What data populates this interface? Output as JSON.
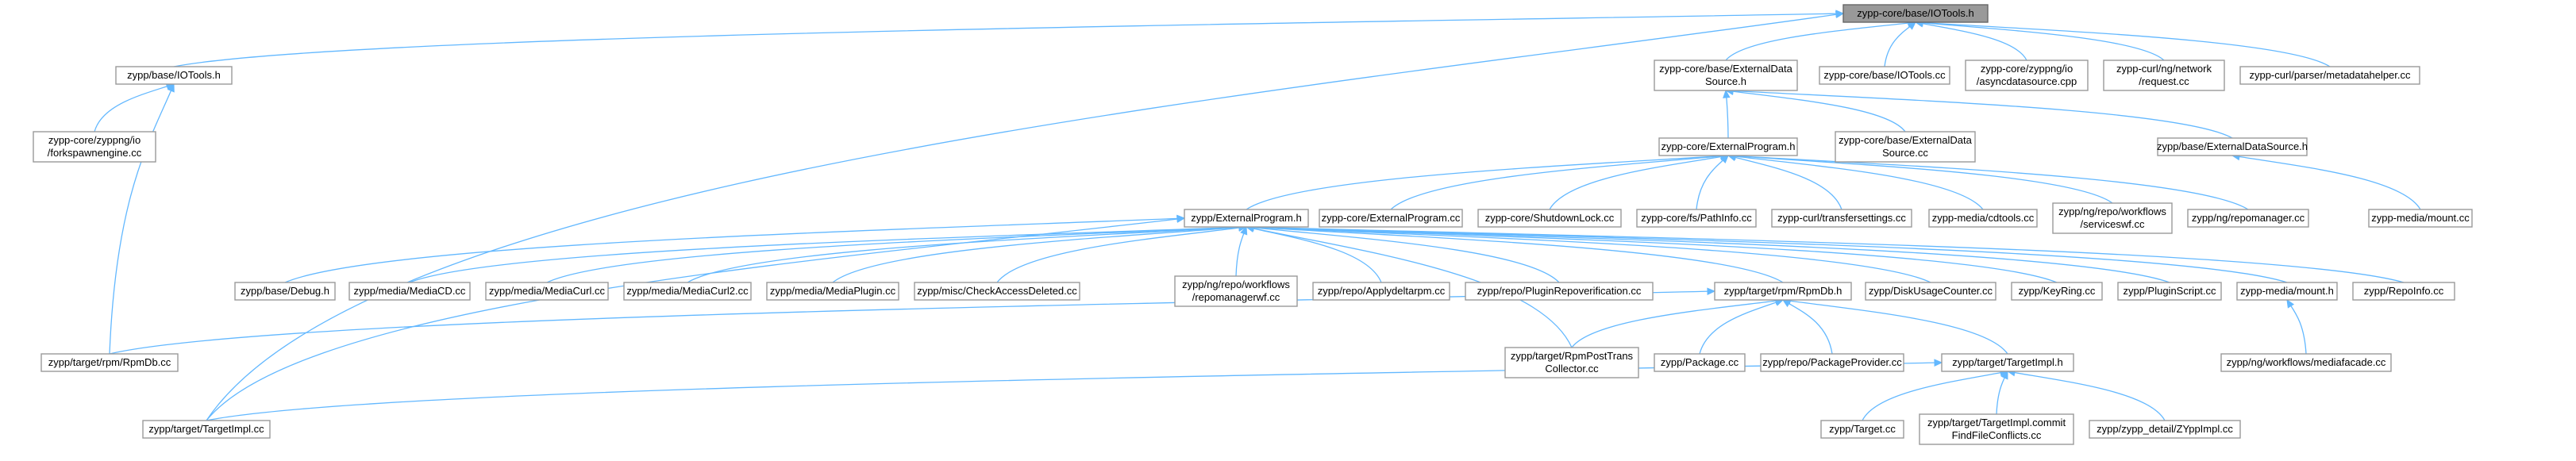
{
  "nodes": [
    {
      "id": "n0",
      "lines": [
        "zypp-core/base/IOTools.h"
      ],
      "root": true
    },
    {
      "id": "n1",
      "lines": [
        "zypp/base/IOTools.h"
      ]
    },
    {
      "id": "n2",
      "lines": [
        "zypp-core/base/ExternalData",
        "Source.h"
      ]
    },
    {
      "id": "n3",
      "lines": [
        "zypp-core/base/IOTools.cc"
      ]
    },
    {
      "id": "n4",
      "lines": [
        "zypp-core/zyppng/io",
        "/asyncdatasource.cpp"
      ]
    },
    {
      "id": "n5",
      "lines": [
        "zypp-curl/ng/network",
        "/request.cc"
      ]
    },
    {
      "id": "n6",
      "lines": [
        "zypp-curl/parser/metadatahelper.cc"
      ]
    },
    {
      "id": "n7",
      "lines": [
        "zypp-core/zyppng/io",
        "/forkspawnengine.cc"
      ]
    },
    {
      "id": "n8",
      "lines": [
        "zypp-core/ExternalProgram.h"
      ]
    },
    {
      "id": "n9",
      "lines": [
        "zypp-core/base/ExternalData",
        "Source.cc"
      ]
    },
    {
      "id": "n10",
      "lines": [
        "zypp/base/ExternalDataSource.h"
      ]
    },
    {
      "id": "n11",
      "lines": [
        "zypp/ExternalProgram.h"
      ]
    },
    {
      "id": "n12",
      "lines": [
        "zypp-core/ExternalProgram.cc"
      ]
    },
    {
      "id": "n13",
      "lines": [
        "zypp-core/ShutdownLock.cc"
      ]
    },
    {
      "id": "n14",
      "lines": [
        "zypp-core/fs/PathInfo.cc"
      ]
    },
    {
      "id": "n15",
      "lines": [
        "zypp-curl/transfersettings.cc"
      ]
    },
    {
      "id": "n16",
      "lines": [
        "zypp-media/cdtools.cc"
      ]
    },
    {
      "id": "n17",
      "lines": [
        "zypp/ng/repo/workflows",
        "/serviceswf.cc"
      ]
    },
    {
      "id": "n18",
      "lines": [
        "zypp/ng/repomanager.cc"
      ]
    },
    {
      "id": "n19",
      "lines": [
        "zypp-media/mount.cc"
      ]
    },
    {
      "id": "n20",
      "lines": [
        "zypp/base/Debug.h"
      ]
    },
    {
      "id": "n21",
      "lines": [
        "zypp/media/MediaCD.cc"
      ]
    },
    {
      "id": "n22",
      "lines": [
        "zypp/media/MediaCurl.cc"
      ]
    },
    {
      "id": "n23",
      "lines": [
        "zypp/media/MediaCurl2.cc"
      ]
    },
    {
      "id": "n24",
      "lines": [
        "zypp/media/MediaPlugin.cc"
      ]
    },
    {
      "id": "n25",
      "lines": [
        "zypp/misc/CheckAccessDeleted.cc"
      ]
    },
    {
      "id": "n26",
      "lines": [
        "zypp/ng/repo/workflows",
        "/repomanagerwf.cc"
      ]
    },
    {
      "id": "n27",
      "lines": [
        "zypp/repo/Applydeltarpm.cc"
      ]
    },
    {
      "id": "n28",
      "lines": [
        "zypp/repo/PluginRepoverification.cc"
      ]
    },
    {
      "id": "n29",
      "lines": [
        "zypp/target/rpm/RpmDb.h"
      ]
    },
    {
      "id": "n30",
      "lines": [
        "zypp/DiskUsageCounter.cc"
      ]
    },
    {
      "id": "n31",
      "lines": [
        "zypp/KeyRing.cc"
      ]
    },
    {
      "id": "n32",
      "lines": [
        "zypp/PluginScript.cc"
      ]
    },
    {
      "id": "n33",
      "lines": [
        "zypp-media/mount.h"
      ]
    },
    {
      "id": "n34",
      "lines": [
        "zypp/RepoInfo.cc"
      ]
    },
    {
      "id": "n35",
      "lines": [
        "zypp/target/rpm/RpmDb.cc"
      ]
    },
    {
      "id": "n36",
      "lines": [
        "zypp/target/RpmPostTrans",
        "Collector.cc"
      ]
    },
    {
      "id": "n37",
      "lines": [
        "zypp/Package.cc"
      ]
    },
    {
      "id": "n38",
      "lines": [
        "zypp/repo/PackageProvider.cc"
      ]
    },
    {
      "id": "n39",
      "lines": [
        "zypp/target/TargetImpl.h"
      ]
    },
    {
      "id": "n40",
      "lines": [
        "zypp/ng/workflows/mediafacade.cc"
      ]
    },
    {
      "id": "n41",
      "lines": [
        "zypp/target/TargetImpl.cc"
      ]
    },
    {
      "id": "n42",
      "lines": [
        "zypp/Target.cc"
      ]
    },
    {
      "id": "n43",
      "lines": [
        "zypp/target/TargetImpl.commit",
        "FindFileConflicts.cc"
      ]
    },
    {
      "id": "n44",
      "lines": [
        "zypp/zypp_detail/ZYppImpl.cc"
      ]
    }
  ],
  "edges": [
    [
      "n1",
      "n0"
    ],
    [
      "n2",
      "n0"
    ],
    [
      "n3",
      "n0"
    ],
    [
      "n4",
      "n0"
    ],
    [
      "n5",
      "n0"
    ],
    [
      "n6",
      "n0"
    ],
    [
      "n41",
      "n0"
    ],
    [
      "n7",
      "n1"
    ],
    [
      "n35",
      "n1"
    ],
    [
      "n8",
      "n2"
    ],
    [
      "n9",
      "n2"
    ],
    [
      "n10",
      "n2"
    ],
    [
      "n19",
      "n10"
    ],
    [
      "n11",
      "n8"
    ],
    [
      "n12",
      "n8"
    ],
    [
      "n13",
      "n8"
    ],
    [
      "n14",
      "n8"
    ],
    [
      "n15",
      "n8"
    ],
    [
      "n16",
      "n8"
    ],
    [
      "n17",
      "n8"
    ],
    [
      "n18",
      "n8"
    ],
    [
      "n20",
      "n11"
    ],
    [
      "n21",
      "n11"
    ],
    [
      "n22",
      "n11"
    ],
    [
      "n23",
      "n11"
    ],
    [
      "n24",
      "n11"
    ],
    [
      "n25",
      "n11"
    ],
    [
      "n26",
      "n11"
    ],
    [
      "n27",
      "n11"
    ],
    [
      "n28",
      "n11"
    ],
    [
      "n29",
      "n11"
    ],
    [
      "n30",
      "n11"
    ],
    [
      "n31",
      "n11"
    ],
    [
      "n32",
      "n11"
    ],
    [
      "n33",
      "n11"
    ],
    [
      "n34",
      "n11"
    ],
    [
      "n36",
      "n11"
    ],
    [
      "n41",
      "n11"
    ],
    [
      "n35",
      "n29"
    ],
    [
      "n36",
      "n29"
    ],
    [
      "n37",
      "n29"
    ],
    [
      "n38",
      "n29"
    ],
    [
      "n39",
      "n29"
    ],
    [
      "n40",
      "n33"
    ],
    [
      "n41",
      "n39"
    ],
    [
      "n42",
      "n39"
    ],
    [
      "n43",
      "n39"
    ],
    [
      "n44",
      "n39"
    ]
  ]
}
